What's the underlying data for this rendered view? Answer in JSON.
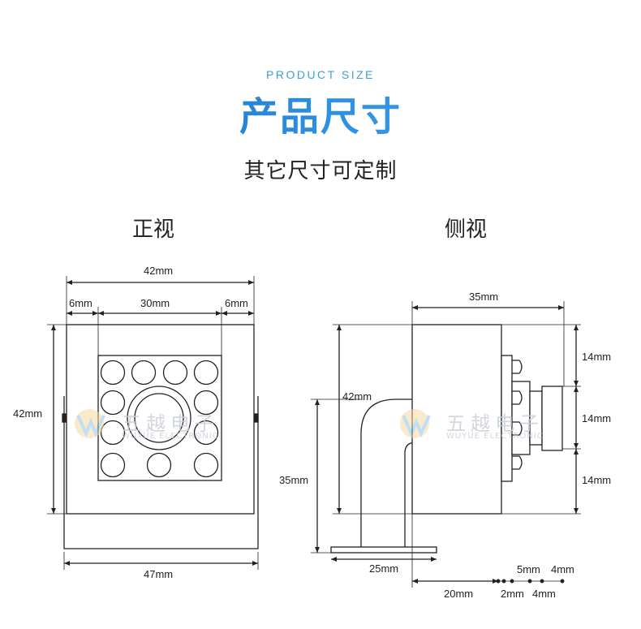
{
  "header": {
    "subtitle_en": "PRODUCT SIZE",
    "title": "产品尺寸",
    "custom_note": "其它尺寸可定制"
  },
  "views": {
    "front_title": "正视",
    "side_title": "侧视"
  },
  "front_dims": {
    "total_width": "42mm",
    "left_margin": "6mm",
    "center_width": "30mm",
    "right_margin": "6mm",
    "height": "42mm",
    "bracket_width": "47mm"
  },
  "side_dims": {
    "depth": "35mm",
    "height": "42mm",
    "bracket_height": "35mm",
    "base_length": "25mm",
    "offset": "20mm",
    "seg_2": "2mm",
    "seg_5": "5mm",
    "seg_4a": "4mm",
    "seg_4b": "4mm",
    "v_seg_top": "14mm",
    "v_seg_mid": "14mm",
    "v_seg_bot": "14mm"
  },
  "watermark": {
    "cn": "五越电子",
    "en": "WUYUE ELECTRONIC"
  },
  "colors": {
    "title_gradient_start": "#1560b8",
    "title_gradient_end": "#4aa8f0",
    "subtitle": "#3aa0d8",
    "line": "#222222"
  }
}
